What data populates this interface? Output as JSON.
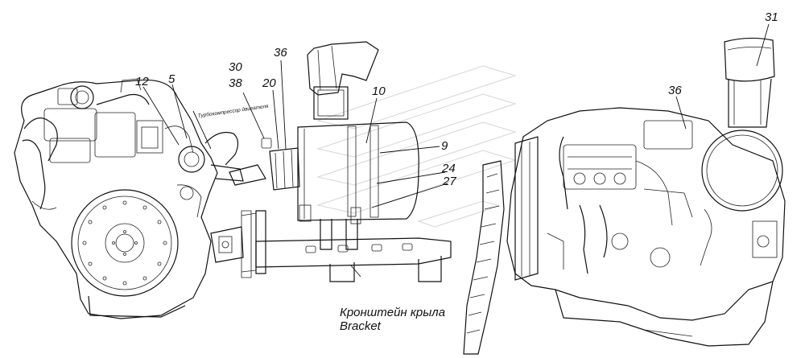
{
  "callouts": {
    "c12": "12",
    "c5": "5",
    "c30": "30",
    "c38": "38",
    "c20": "20",
    "c36_left": "36",
    "c10": "10",
    "c9": "9",
    "c24": "24",
    "c27": "27",
    "c36_right": "36",
    "c31": "31"
  },
  "small_label": "Турбокомпрессор двигателя",
  "caption": {
    "line1": "Кронштейн крыла",
    "line2": "Bracket"
  }
}
